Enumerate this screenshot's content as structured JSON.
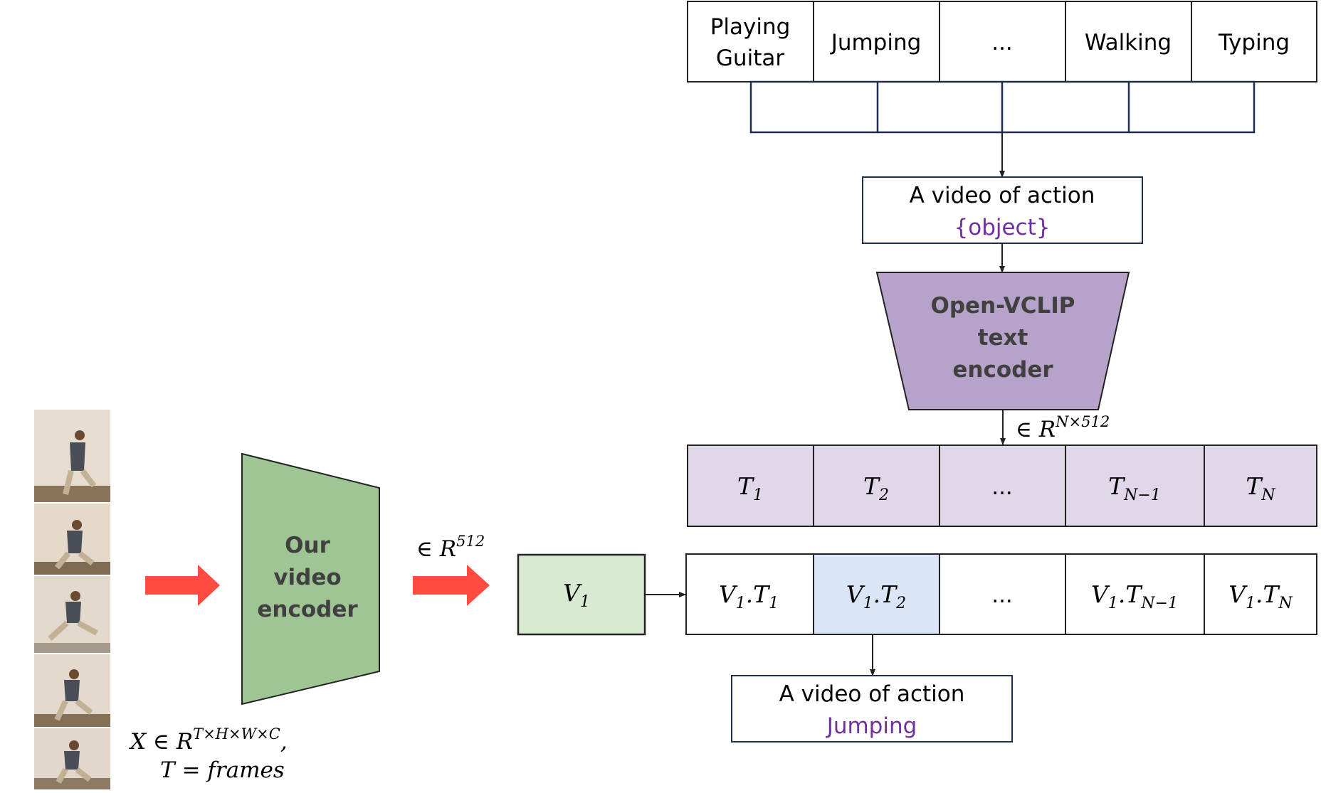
{
  "classes": [
    "Playing Guitar",
    "Jumping",
    "...",
    "Walking",
    "Typing"
  ],
  "template_top": {
    "line1": "A video of action",
    "placeholder": "{object}"
  },
  "text_encoder": {
    "lines": [
      "Open-VCLIP",
      "text",
      "encoder"
    ],
    "color": "#b7a3c9"
  },
  "text_dim": {
    "prefix": "∈ R",
    "sup": "N×512"
  },
  "text_features": [
    {
      "base": "T",
      "sub": "1"
    },
    {
      "base": "T",
      "sub": "2"
    },
    {
      "base": "...",
      "sub": ""
    },
    {
      "base": "T",
      "sub": "N−1"
    },
    {
      "base": "T",
      "sub": "N"
    }
  ],
  "video_encoder": {
    "lines": [
      "Our",
      "video",
      "encoder"
    ],
    "color": "#a0c595"
  },
  "video_dim": {
    "prefix": "∈ R",
    "sup": "512"
  },
  "video_feature": {
    "base": "V",
    "sub": "1"
  },
  "similarities": [
    {
      "a": "V",
      "asub": "1",
      "b": "T",
      "bsub": "1"
    },
    {
      "a": "V",
      "asub": "1",
      "b": "T",
      "bsub": "2"
    },
    {
      "a": "...",
      "asub": "",
      "b": "",
      "bsub": ""
    },
    {
      "a": "V",
      "asub": "1",
      "b": "T",
      "bsub": "N−1"
    },
    {
      "a": "V",
      "asub": "1",
      "b": "T",
      "bsub": "N"
    }
  ],
  "highlight_index": 1,
  "result": {
    "line1": "A video of action",
    "answer": "Jumping"
  },
  "input_formula": {
    "line1_prefix": "X ∈ R",
    "line1_sup": "T×H×W×C",
    "line1_suffix": ",",
    "line2": "T = frames"
  },
  "colors": {
    "accent_purple": "#7030a0",
    "arrow_red": "#ff4b40",
    "feature_purple_bg": "#e0d8e8",
    "video_feature_bg": "#d9ead3",
    "highlight_bg": "#dae6f7",
    "dark_blue_border": "#1f2d4e"
  }
}
